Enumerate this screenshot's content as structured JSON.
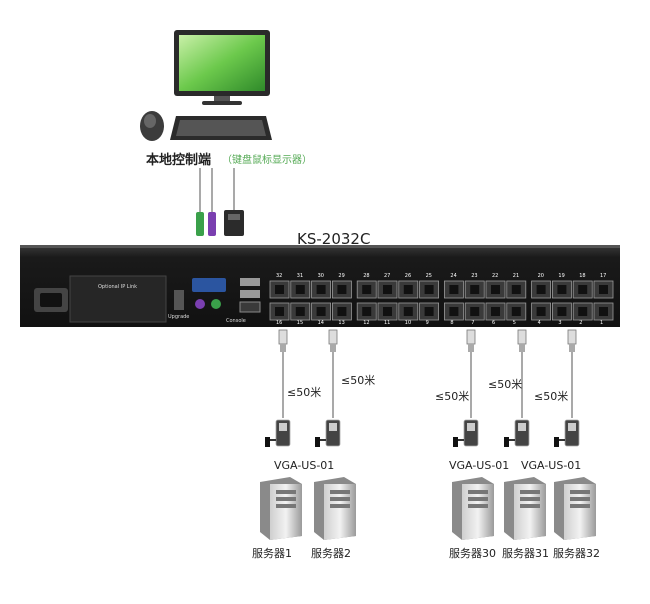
{
  "console": {
    "title": "本地控制端",
    "subtitle": "（键盘鼠标显示器）"
  },
  "switch": {
    "model": "KS-2032C",
    "optional_ip_label": "Optional IP Link",
    "upgrade_label": "Upgrade",
    "console_label": "Console",
    "top_port_numbers": [
      "32",
      "31",
      "30",
      "29",
      "28",
      "27",
      "26",
      "25",
      "24",
      "23",
      "22",
      "21",
      "20",
      "19",
      "18",
      "17"
    ],
    "bottom_port_numbers": [
      "16",
      "15",
      "14",
      "13",
      "12",
      "11",
      "10",
      "9",
      "8",
      "7",
      "6",
      "5",
      "4",
      "3",
      "2",
      "1"
    ]
  },
  "links": [
    {
      "distance": "≤50米"
    },
    {
      "distance": "≤50米"
    },
    {
      "distance": "≤50米"
    },
    {
      "distance": "≤50米"
    },
    {
      "distance": "≤50米"
    }
  ],
  "adapters": [
    {
      "label": "VGA-US-01"
    },
    {
      "label": "VGA-US-01"
    },
    {
      "label": "VGA-US-01"
    }
  ],
  "servers": [
    {
      "label": "服务器1"
    },
    {
      "label": "服务器2"
    },
    {
      "label": "服务器30"
    },
    {
      "label": "服务器31"
    },
    {
      "label": "服务器32"
    }
  ],
  "colors": {
    "chassis": "#1c1c1c",
    "port": "#3a3a3a",
    "cable": "#8c8c8c",
    "ps2_green": "#3aa04a",
    "ps2_purple": "#7a3fb0",
    "screen": "#7fd36a"
  }
}
